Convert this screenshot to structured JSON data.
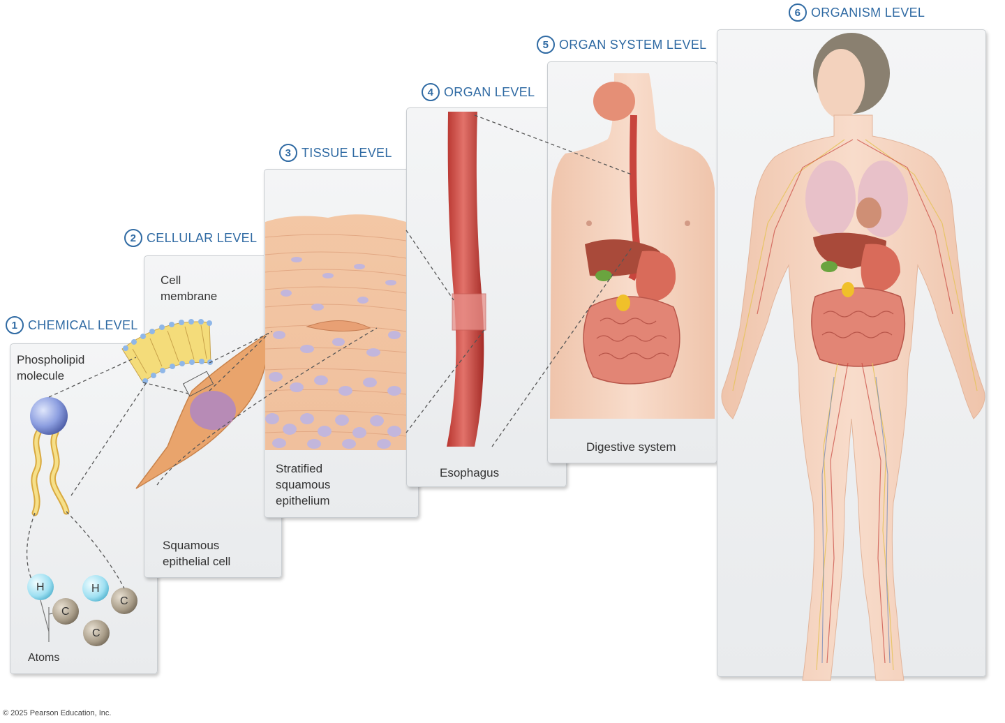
{
  "levels": [
    {
      "num": "1",
      "title": "CHEMICAL LEVEL"
    },
    {
      "num": "2",
      "title": "CELLULAR LEVEL"
    },
    {
      "num": "3",
      "title": "TISSUE LEVEL"
    },
    {
      "num": "4",
      "title": "ORGAN LEVEL"
    },
    {
      "num": "5",
      "title": "ORGAN SYSTEM LEVEL"
    },
    {
      "num": "6",
      "title": "ORGANISM LEVEL"
    }
  ],
  "captions": {
    "phospholipid": "Phospholipid molecule",
    "atoms": "Atoms",
    "atom_h": "H",
    "atom_c": "C",
    "cell_membrane": "Cell membrane",
    "squamous_cell": "Squamous epithelial cell",
    "tissue": "Stratified squamous epithelium",
    "esophagus": "Esophagus",
    "digestive": "Digestive system"
  },
  "copyright": "© 2025 Pearson Education, Inc.",
  "colors": {
    "label_blue": "#2f6aa3",
    "esophagus_red": "#c8453d",
    "skin": "#f3d2bd",
    "cell": "#e9a46c",
    "nucleus": "#b78bb6"
  }
}
